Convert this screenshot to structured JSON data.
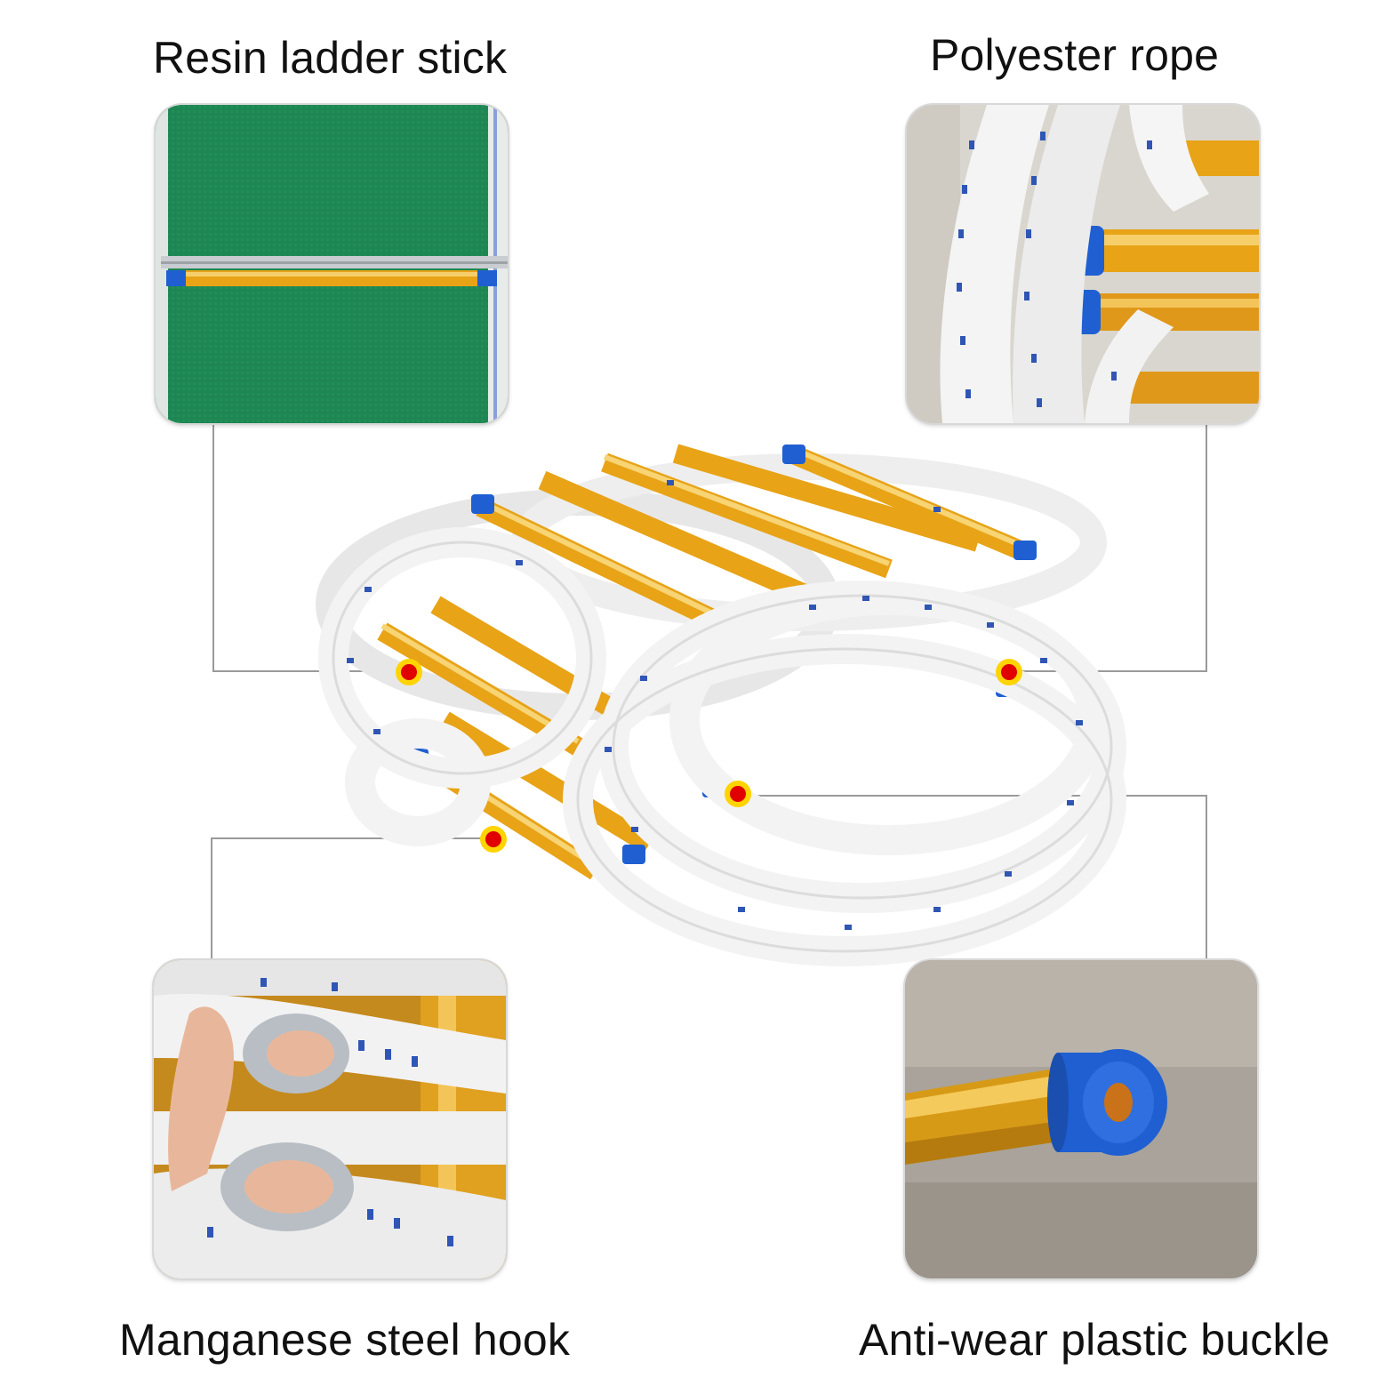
{
  "features": {
    "top_left": {
      "label": "Resin ladder stick",
      "icon": "resin-ladder-stick-photo"
    },
    "top_right": {
      "label": "Polyester rope",
      "icon": "polyester-rope-photo"
    },
    "bottom_left": {
      "label": "Manganese steel hook",
      "icon": "manganese-steel-hook-photo"
    },
    "bottom_right": {
      "label": "Anti-wear plastic buckle",
      "icon": "anti-wear-plastic-buckle-photo"
    }
  },
  "colors": {
    "rung": "#e8a317",
    "rope": "#f2f2f2",
    "rope_pattern": "#2f55b5",
    "cap": "#1f5fd1",
    "marker_outer": "#ffd400",
    "marker_inner": "#e00000",
    "leader_line": "#9a9a9a"
  }
}
